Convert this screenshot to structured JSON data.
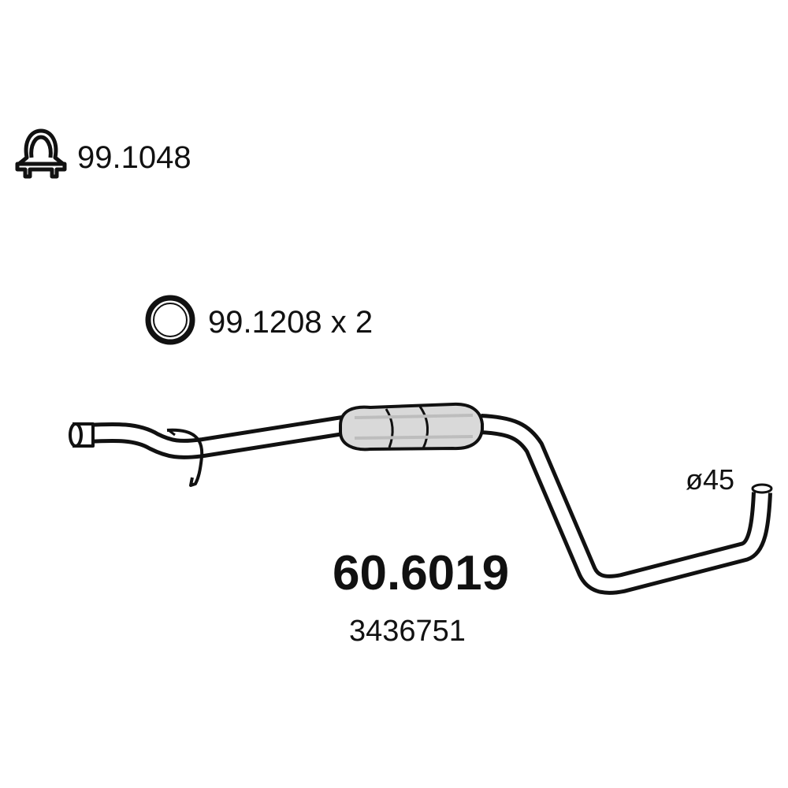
{
  "parts": {
    "clamp": {
      "icon": "pipe-clamp-icon",
      "code": "99.1048"
    },
    "ring": {
      "icon": "sealing-ring-icon",
      "code": "99.1208 x 2"
    }
  },
  "pipe": {
    "icon": "exhaust-middle-pipe-icon",
    "diameter_label": "ø45"
  },
  "product": {
    "part_number": "60.6019",
    "oem_number": "3436751"
  }
}
